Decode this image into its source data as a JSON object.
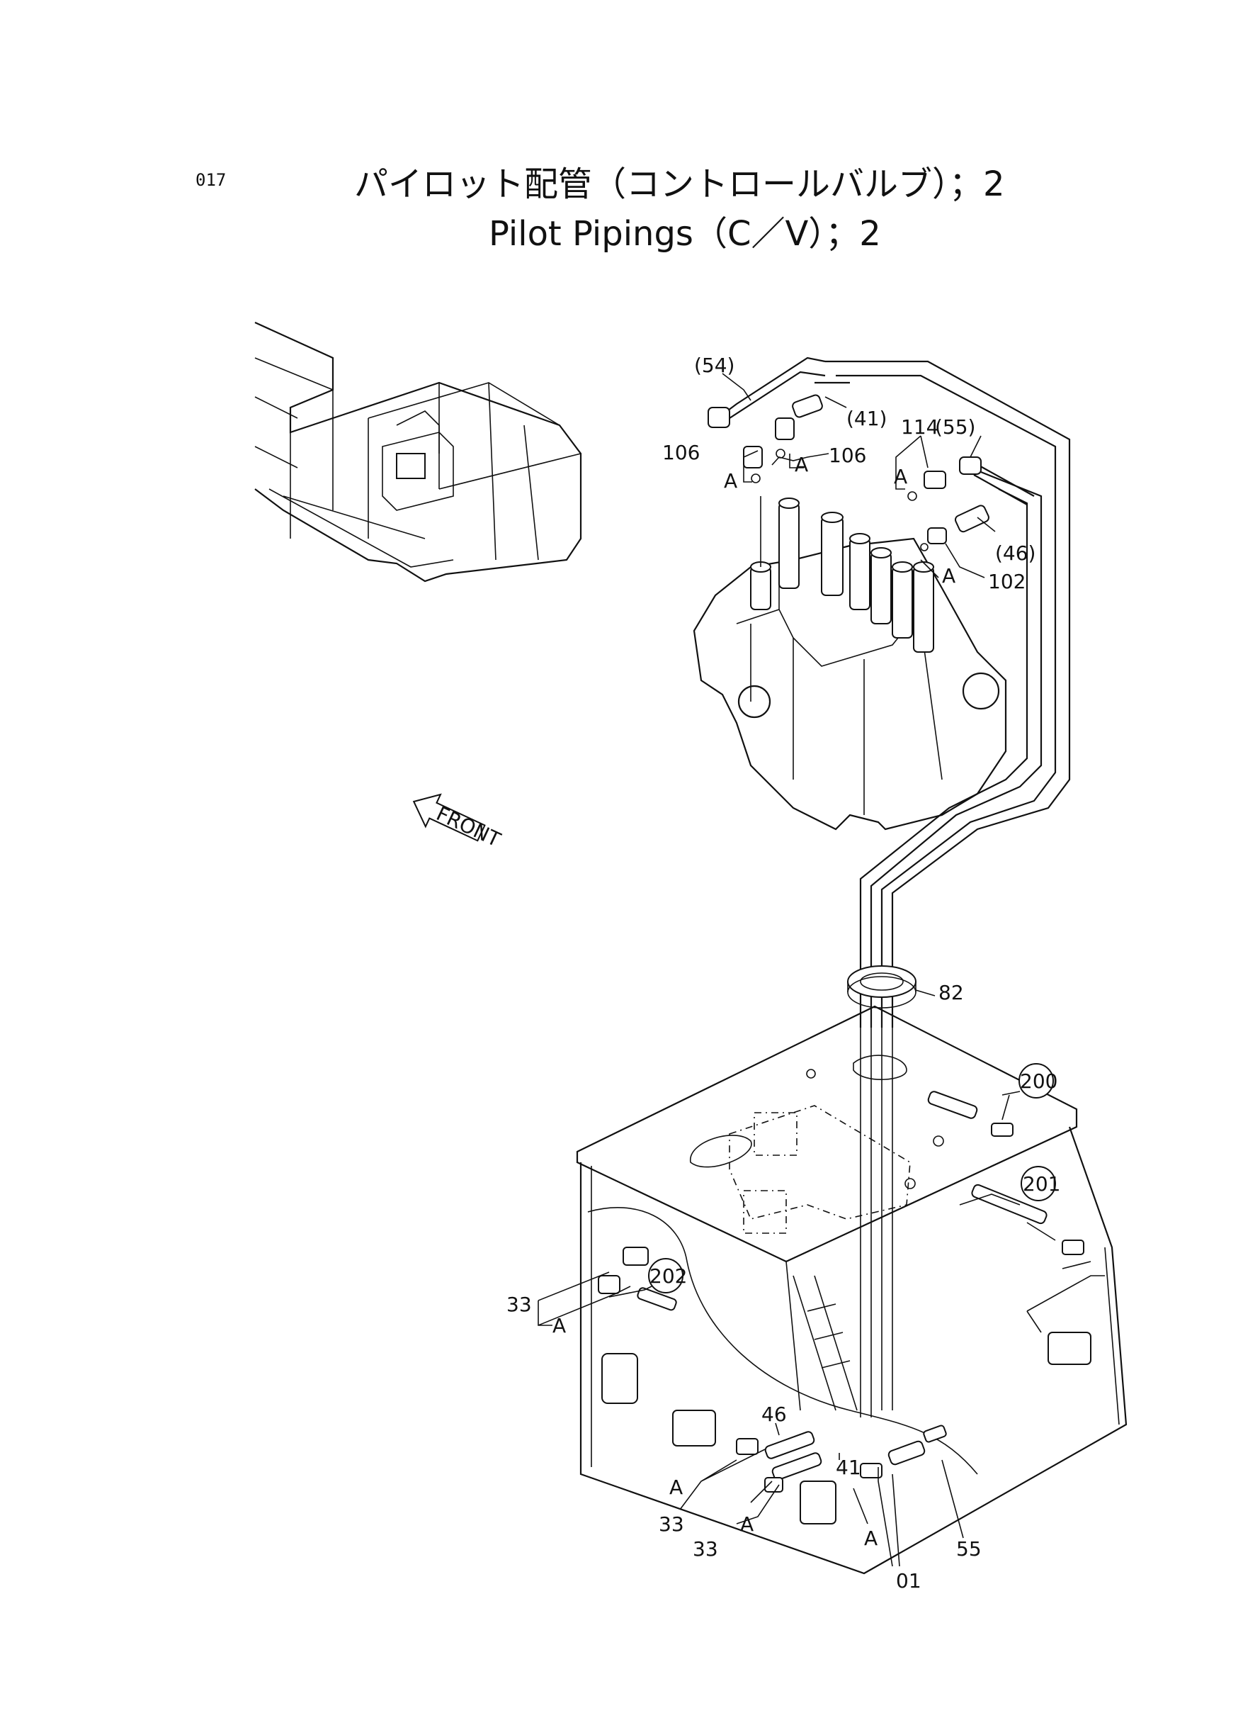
{
  "page": {
    "number": "017"
  },
  "title": {
    "japanese": "パイロット配管（コントロールバルブ）；2",
    "english": "Pilot  Pipings（C／V）；2"
  },
  "front_marker": "FRONT",
  "callouts": {
    "p54": "(54)",
    "p41": "(41)",
    "p114": "114",
    "p55top": "(55)",
    "p106a": "106",
    "p106b": "106",
    "pA1": "A",
    "pA2": "A",
    "pA3": "A",
    "pA4": "A",
    "p46": "(46)",
    "p102": "102",
    "p82": "82",
    "p200": "200",
    "p201": "201",
    "p202": "202",
    "p33a": "33",
    "pA5": "A",
    "p46b": "46",
    "p41b": "41",
    "pA6": "A",
    "p33b": "33",
    "p33c": "33",
    "pA7": "A",
    "pA8": "A",
    "p01": "01",
    "p55b": "55"
  }
}
